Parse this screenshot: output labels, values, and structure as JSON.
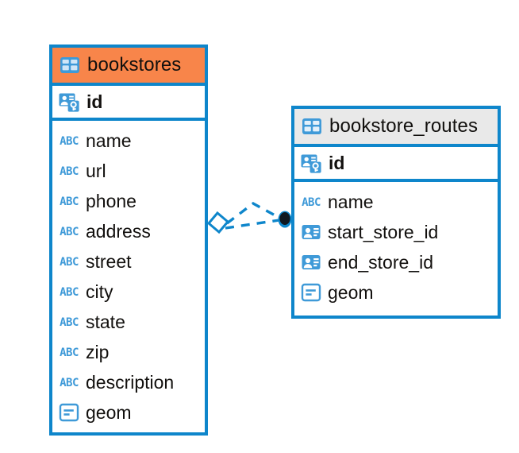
{
  "diagram": {
    "type": "entity-relationship-diagram",
    "background": "#ffffff",
    "accent_blue": "#0e86cb",
    "icon_blue": "#3f9ad8",
    "header_orange": "#f8854a",
    "header_gray": "#e9e9e9"
  },
  "tables": [
    {
      "name": "bookstores",
      "header_style": "orange",
      "table_icon": "table-icon",
      "primary_key": {
        "label": "id",
        "icon": "primary-key-icon"
      },
      "fields": [
        {
          "label": "name",
          "icon": "abc-text-icon"
        },
        {
          "label": "url",
          "icon": "abc-text-icon"
        },
        {
          "label": "phone",
          "icon": "abc-text-icon"
        },
        {
          "label": "address",
          "icon": "abc-text-icon"
        },
        {
          "label": "street",
          "icon": "abc-text-icon"
        },
        {
          "label": "city",
          "icon": "abc-text-icon"
        },
        {
          "label": "state",
          "icon": "abc-text-icon"
        },
        {
          "label": "zip",
          "icon": "abc-text-icon"
        },
        {
          "label": "description",
          "icon": "abc-text-icon"
        },
        {
          "label": "geom",
          "icon": "geometry-icon"
        }
      ]
    },
    {
      "name": "bookstore_routes",
      "header_style": "gray",
      "table_icon": "table-icon",
      "primary_key": {
        "label": "id",
        "icon": "primary-key-icon"
      },
      "fields": [
        {
          "label": "name",
          "icon": "abc-text-icon"
        },
        {
          "label": "start_store_id",
          "icon": "foreign-key-icon"
        },
        {
          "label": "end_store_id",
          "icon": "foreign-key-icon"
        },
        {
          "label": "geom",
          "icon": "geometry-icon"
        }
      ]
    }
  ],
  "relationship": {
    "from_table": "bookstores",
    "to_table": "bookstore_routes",
    "from_marker": "open-diamond-marker",
    "to_marker": "filled-circle-marker",
    "line_style": "dashed",
    "line_color": "#0e86cb",
    "branch_count": 2
  }
}
